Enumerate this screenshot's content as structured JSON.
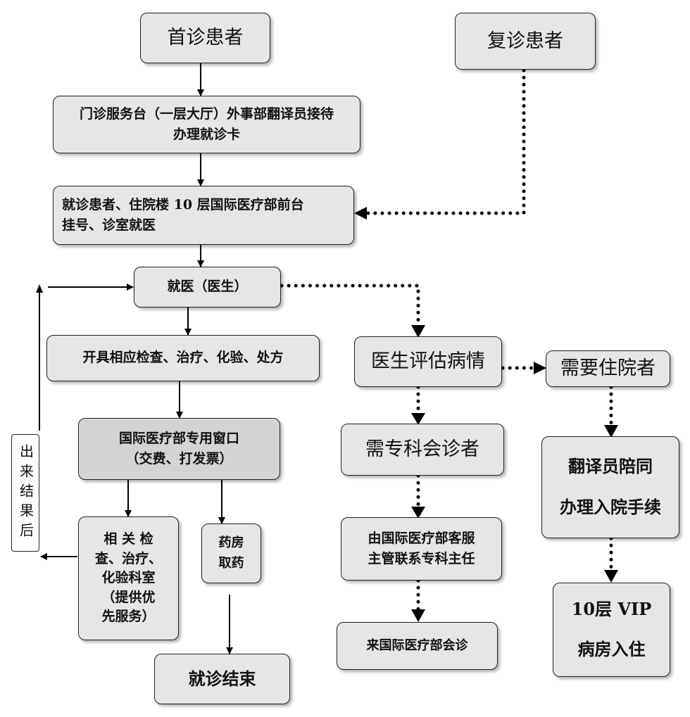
{
  "nodes": {
    "first_visit": "首诊患者",
    "return_visit": "复诊患者",
    "service_desk": "门诊服务台（一层大厅）外事部翻译员接待\n办理就诊卡",
    "register": "就诊患者、住院楼 10 层国际医疗部前台\n挂号、诊室就医",
    "doctor": "就医（医生）",
    "prescribe": "开具相应检查、治疗、化验、处方",
    "window": "国际医疗部专用窗口\n（交费、打发票）",
    "labs": "相 关 检\n查、治疗、\n化验科室\n（提供优\n先服务）",
    "pharmacy": "药房\n取药",
    "end": "就诊结束",
    "results": "出来结果后",
    "evaluate": "医生评估病情",
    "need_specialist": "需专科会诊者",
    "contact_director": "由国际医疗部客服\n主管联系专科主任",
    "come_consult": "来国际医疗部会诊",
    "need_admission": "需要住院者",
    "interpreter_admission": "翻译员陪同\n\n办理入院手续",
    "vip_ward": "10层 VIP\n\n病房入住"
  }
}
